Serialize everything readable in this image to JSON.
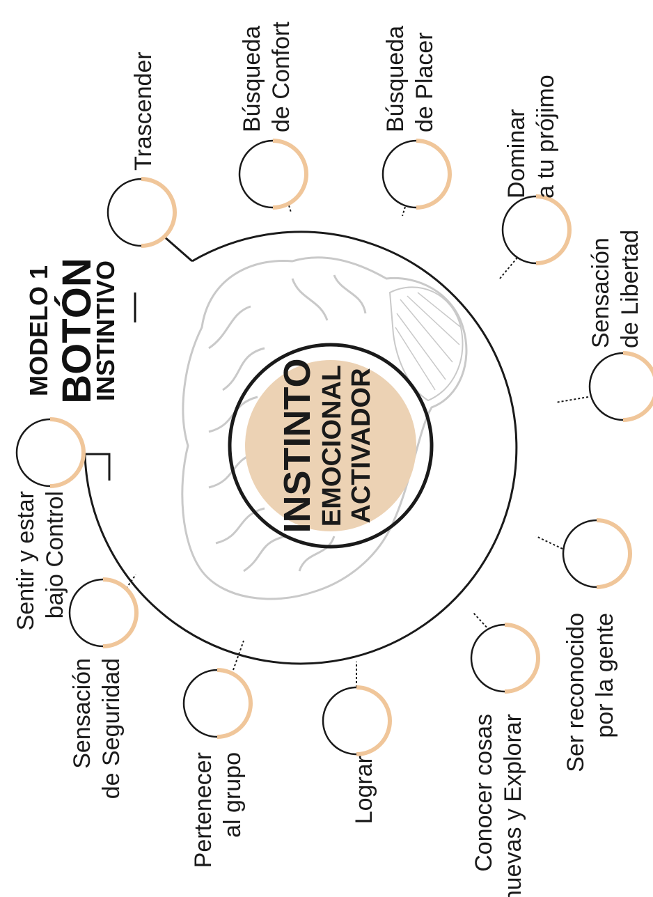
{
  "title": {
    "line1": "MODELO 1",
    "line2": "BOTÓN",
    "line3": "INSTINTIVO"
  },
  "center": {
    "line1": "INSTINTO",
    "line2": "EMOCIONAL",
    "line3": "ACTIVADOR"
  },
  "nodes": [
    {
      "id": "trascender",
      "lines": [
        "Trascender"
      ]
    },
    {
      "id": "confort",
      "lines": [
        "Búsqueda",
        "de Confort"
      ]
    },
    {
      "id": "placer",
      "lines": [
        "Búsqueda",
        "de Placer"
      ]
    },
    {
      "id": "dominar",
      "lines": [
        "Dominar",
        "a tu prójimo"
      ]
    },
    {
      "id": "libertad",
      "lines": [
        "Sensación",
        "de Libertad"
      ]
    },
    {
      "id": "reconocido",
      "lines": [
        "Ser reconocido",
        "por la gente"
      ]
    },
    {
      "id": "conocer",
      "lines": [
        "Conocer cosas",
        "nuevas y Explorar"
      ]
    },
    {
      "id": "lograr",
      "lines": [
        "Lograr"
      ]
    },
    {
      "id": "pertenecer",
      "lines": [
        "Pertenecer",
        "al grupo"
      ]
    },
    {
      "id": "seguridad",
      "lines": [
        "Sensación",
        "de Seguridad"
      ]
    },
    {
      "id": "control",
      "lines": [
        "Sentir y estar",
        "bajo Control"
      ]
    }
  ],
  "colors": {
    "accent": "#f0c69a",
    "center_fill": "#ecd2b4",
    "ring": "#1a1a1a",
    "brain": "#c9c9c9"
  },
  "icons": [
    "brain-illustration"
  ]
}
